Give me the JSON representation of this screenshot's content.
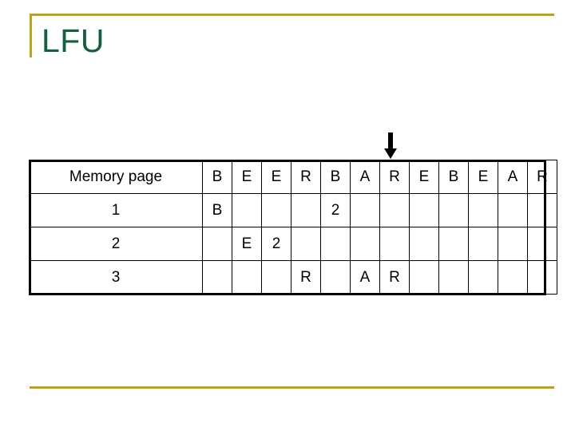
{
  "slide": {
    "title": "LFU",
    "title_color": "#12603c",
    "accent_color": "#c2a017",
    "background_color": "#ffffff"
  },
  "pointer": {
    "icon": "arrow-down-icon",
    "points_at_column_index": 6,
    "points_at_reference": "R",
    "color": "#000000"
  },
  "table": {
    "row_header_label": "Memory page",
    "reference_string": [
      "B",
      "E",
      "E",
      "R",
      "B",
      "A",
      "R",
      "E",
      "B",
      "E",
      "A",
      "R"
    ],
    "row_labels": [
      "1",
      "2",
      "3"
    ],
    "colors": {
      "page_letter": "#cc88dd",
      "frequency_count": "#b02030",
      "reference_header": "#000000",
      "border": "#000000"
    },
    "rows": [
      {
        "label": "1",
        "cells": [
          {
            "text": "B",
            "kind": "page"
          },
          {
            "text": "",
            "kind": "empty"
          },
          {
            "text": "",
            "kind": "empty"
          },
          {
            "text": "",
            "kind": "empty"
          },
          {
            "text": "2",
            "kind": "count"
          },
          {
            "text": "",
            "kind": "empty"
          },
          {
            "text": "",
            "kind": "empty"
          },
          {
            "text": "",
            "kind": "empty"
          },
          {
            "text": "",
            "kind": "empty"
          },
          {
            "text": "",
            "kind": "empty"
          },
          {
            "text": "",
            "kind": "empty"
          },
          {
            "text": "",
            "kind": "empty"
          }
        ]
      },
      {
        "label": "2",
        "cells": [
          {
            "text": "",
            "kind": "empty"
          },
          {
            "text": "E",
            "kind": "page"
          },
          {
            "text": "2",
            "kind": "count"
          },
          {
            "text": "",
            "kind": "empty"
          },
          {
            "text": "",
            "kind": "empty"
          },
          {
            "text": "",
            "kind": "empty"
          },
          {
            "text": "",
            "kind": "empty"
          },
          {
            "text": "",
            "kind": "empty"
          },
          {
            "text": "",
            "kind": "empty"
          },
          {
            "text": "",
            "kind": "empty"
          },
          {
            "text": "",
            "kind": "empty"
          },
          {
            "text": "",
            "kind": "empty"
          }
        ]
      },
      {
        "label": "3",
        "cells": [
          {
            "text": "",
            "kind": "empty"
          },
          {
            "text": "",
            "kind": "empty"
          },
          {
            "text": "",
            "kind": "empty"
          },
          {
            "text": "R",
            "kind": "page"
          },
          {
            "text": "",
            "kind": "empty"
          },
          {
            "text": "A",
            "kind": "page"
          },
          {
            "text": "R",
            "kind": "page"
          },
          {
            "text": "",
            "kind": "empty"
          },
          {
            "text": "",
            "kind": "empty"
          },
          {
            "text": "",
            "kind": "empty"
          },
          {
            "text": "",
            "kind": "empty"
          },
          {
            "text": "",
            "kind": "empty"
          }
        ]
      }
    ]
  }
}
